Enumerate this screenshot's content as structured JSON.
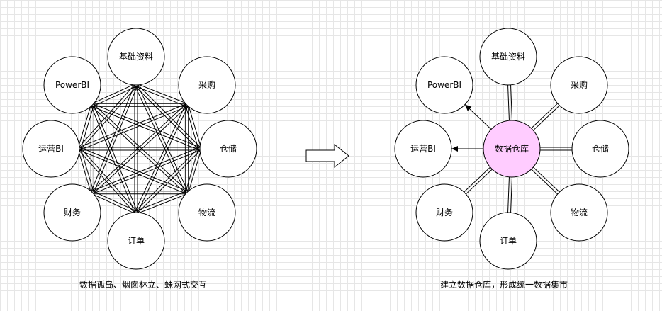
{
  "left_diagram": {
    "caption": "数据孤岛、烟囱林立、蛛网式交互",
    "nodes": [
      {
        "id": "base",
        "label": "基础资料"
      },
      {
        "id": "purchase",
        "label": "采购"
      },
      {
        "id": "storage",
        "label": "仓储"
      },
      {
        "id": "logistics",
        "label": "物流"
      },
      {
        "id": "order",
        "label": "订单"
      },
      {
        "id": "finance",
        "label": "财务"
      },
      {
        "id": "ops",
        "label": "运营BI"
      },
      {
        "id": "powerbi",
        "label": "PowerBI"
      }
    ]
  },
  "arrow": {
    "icon": "right-arrow-icon"
  },
  "right_diagram": {
    "caption": "建立数据仓库，形成统一数据集市",
    "hub": {
      "id": "warehouse",
      "label": "数据仓库",
      "color": "#ffccff"
    },
    "nodes": [
      {
        "id": "base",
        "label": "基础资料"
      },
      {
        "id": "purchase",
        "label": "采购"
      },
      {
        "id": "storage",
        "label": "仓储"
      },
      {
        "id": "logistics",
        "label": "物流"
      },
      {
        "id": "order",
        "label": "订单"
      },
      {
        "id": "finance",
        "label": "财务"
      },
      {
        "id": "ops",
        "label": "运营BI"
      },
      {
        "id": "powerbi",
        "label": "PowerBI"
      }
    ]
  }
}
